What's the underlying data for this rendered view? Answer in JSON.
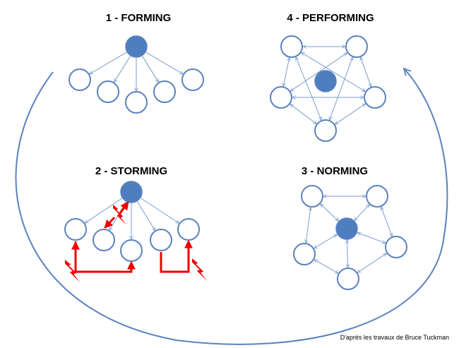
{
  "stages": [
    {
      "id": "forming",
      "title": "1 - FORMING"
    },
    {
      "id": "storming",
      "title": "2 - STORMING"
    },
    {
      "id": "norming",
      "title": "3 - NORMING"
    },
    {
      "id": "performing",
      "title": "4 - PERFORMING"
    }
  ],
  "credit": "D'après les travaux de Bruce Tuckman",
  "colors": {
    "node_stroke": "#5b82bd",
    "leader_fill": "#4f7ec0",
    "link": "#7a9dce",
    "cycle_arrow": "#5b82bd",
    "conflict": "#ee0000"
  }
}
